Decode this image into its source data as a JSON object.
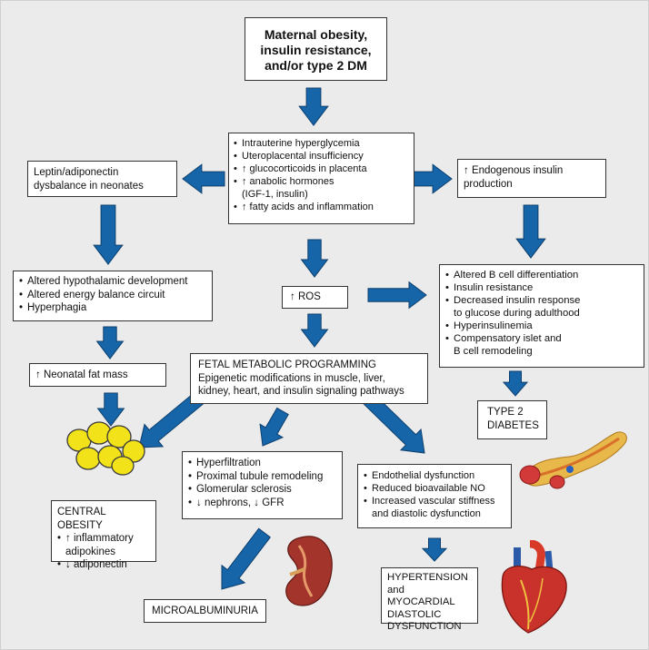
{
  "maternal": "Maternal obesity,\ninsulin resistance,\nand/or type 2 DM",
  "intrauterine": {
    "items": [
      "Intrauterine hyperglycemia",
      "Uteroplacental  insufficiency",
      "↑ glucocorticoids in placenta",
      "↑ anabolic hormones\n(IGF-1, insulin)",
      "↑ fatty acids and inflammation"
    ]
  },
  "leptin": "Leptin/adiponectin\ndysbalance in neonates",
  "endogenous": "↑ Endogenous insulin\nproduction",
  "hypothalamic": {
    "items": [
      "Altered hypothalamic development",
      "Altered energy balance circuit",
      "Hyperphagia"
    ]
  },
  "ros": "↑ ROS",
  "bcell": {
    "items": [
      "Altered B cell differentiation",
      "Insulin resistance",
      "Decreased insulin response\nto glucose during adulthood",
      "Hyperinsulinemia",
      "Compensatory islet and\nB cell remodeling"
    ]
  },
  "neonatal_fat": "↑ Neonatal fat mass",
  "fetal": {
    "heading": "FETAL METABOLIC PROGRAMMING",
    "body": "Epigenetic modifications in muscle, liver,\nkidney, heart, and insulin signaling pathways"
  },
  "type2": "TYPE 2\nDIABETES",
  "kidney_effects": {
    "items": [
      "Hyperfiltration",
      "Proximal tubule remodeling",
      "Glomerular sclerosis",
      "↓ nephrons, ↓ GFR"
    ]
  },
  "vascular": {
    "items": [
      "Endothelial dysfunction",
      "Reduced bioavailable NO",
      "Increased vascular stiffness\nand diastolic dysfunction"
    ]
  },
  "central": {
    "heading": "CENTRAL OBESITY",
    "items": [
      "↑ inflammatory\nadipokines",
      "↓ adiponectin"
    ]
  },
  "microalbuminuria": "MICROALBUMINURIA",
  "hypertension": "HYPERTENSION\nand  MYOCARDIAL\nDIASTOLIC\nDYSFUNCTION",
  "illustrations": {
    "fat_cells": "fat-cells-icon",
    "pancreas": "pancreas-icon",
    "kidney": "kidney-icon",
    "heart": "heart-icon"
  },
  "colors": {
    "arrow_fill": "#1565a8",
    "arrow_stroke": "#0d3f6e",
    "background": "#ebebeb",
    "fat_cell": "#f2e21a"
  }
}
